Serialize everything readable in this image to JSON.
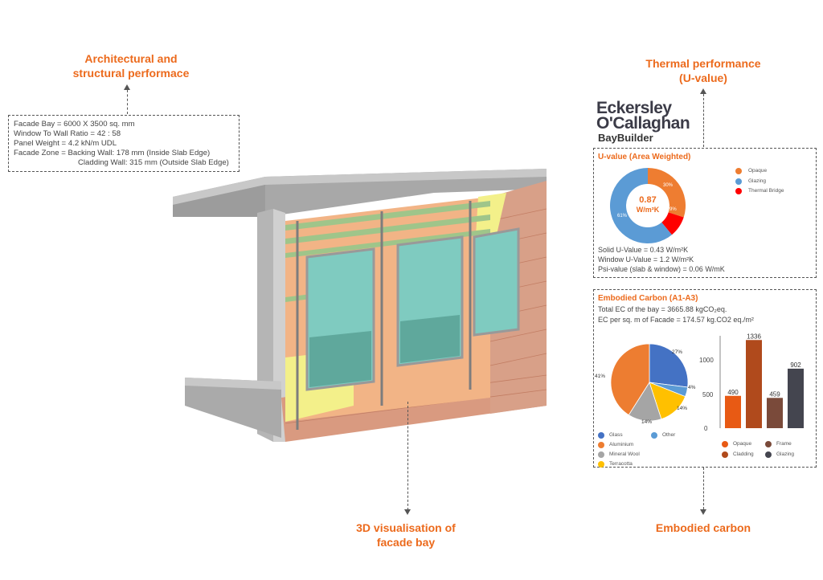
{
  "callouts": {
    "architectural": [
      "Architectural and",
      "structural performace"
    ],
    "thermal": [
      "Thermal performance",
      "(U-value)"
    ],
    "visualisation": [
      "3D visualisation of",
      "facade bay"
    ],
    "embodied": "Embodied carbon"
  },
  "specs": [
    "Facade Bay = 6000 X 3500 sq. mm",
    "Window To Wall Ratio = 42 : 58",
    "Panel Weight = 4.2 kN/m UDL",
    "Facade Zone = Backing Wall: 178 mm (Inside Slab Edge)",
    "Cladding Wall: 315 mm (Outside Slab Edge)"
  ],
  "brand": {
    "line1": "Eckersley",
    "line2": "O'Callaghan",
    "product": "BayBuilder"
  },
  "uvalue": {
    "title": "U-value (Area Weighted)",
    "center_value": "0.87",
    "center_unit": "W/m²K",
    "lines": [
      "Solid U-Value = 0.43  W/m²K",
      "Window U-Value = 1.2  W/m²K",
      "Psi-value (slab & window) = 0.06 W/mK"
    ]
  },
  "embodied_panel": {
    "title": "Embodied Carbon (A1-A3)",
    "lines": [
      "Total EC of the bay = 3665.88 kgCO₂eq.",
      "EC per sq. m of Facade = 174.57 kg.CO2 eq./m²"
    ]
  },
  "colors": {
    "accent": "#ec6a1c",
    "opaque": "#ee7d31",
    "glazing": "#5b9bd5",
    "thermal_bridge": "#ff0000",
    "glass": "#4472c4",
    "aluminium": "#ed7d31",
    "mineral_wool": "#a5a5a5",
    "terracotta": "#ffc000",
    "other": "#5b9bd5",
    "bar_opaque": "#e85a14",
    "bar_cladding": "#b04a1c",
    "bar_frame": "#7a4a3a",
    "bar_glazing": "#44454f"
  },
  "chart_data": [
    {
      "type": "pie",
      "donut": true,
      "labels": [
        "Opaque",
        "Glazing",
        "Thermal Bridge"
      ],
      "values": [
        30,
        61,
        9
      ],
      "value_labels": [
        "30%",
        "61%",
        "9%"
      ]
    },
    {
      "type": "pie",
      "labels": [
        "Glass",
        "Other",
        "Aluminium",
        "Mineral Wool",
        "Terracotta"
      ],
      "values": [
        27,
        4,
        41,
        14,
        14
      ],
      "value_labels": [
        "27%",
        "4%",
        "41%",
        "14%",
        "14%"
      ]
    },
    {
      "type": "bar",
      "categories": [
        "Opaque",
        "Cladding",
        "Frame",
        "Glazing"
      ],
      "values": [
        490,
        1336,
        459,
        902
      ],
      "ylim": [
        0,
        1400
      ],
      "yticks": [
        "0",
        "500",
        "1000"
      ]
    }
  ]
}
